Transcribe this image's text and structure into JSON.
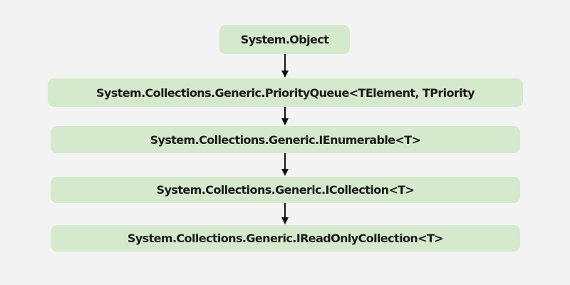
{
  "diagram": {
    "type": "inheritance-hierarchy",
    "nodes": [
      {
        "id": "n0",
        "label": "System.Object"
      },
      {
        "id": "n1",
        "label": "System.Collections.Generic.PriorityQueue<TElement, TPriority"
      },
      {
        "id": "n2",
        "label": "System.Collections.Generic.IEnumerable<T>"
      },
      {
        "id": "n3",
        "label": "System.Collections.Generic.ICollection<T>"
      },
      {
        "id": "n4",
        "label": "System.Collections.Generic.IReadOnlyCollection<T>"
      }
    ],
    "edges": [
      {
        "from": "n0",
        "to": "n1"
      },
      {
        "from": "n1",
        "to": "n2"
      },
      {
        "from": "n2",
        "to": "n3"
      },
      {
        "from": "n3",
        "to": "n4"
      }
    ],
    "colors": {
      "background": "#f3f3f3",
      "node_fill": "#d5eacd",
      "text": "#1a1a1a",
      "arrow": "#111111"
    }
  }
}
